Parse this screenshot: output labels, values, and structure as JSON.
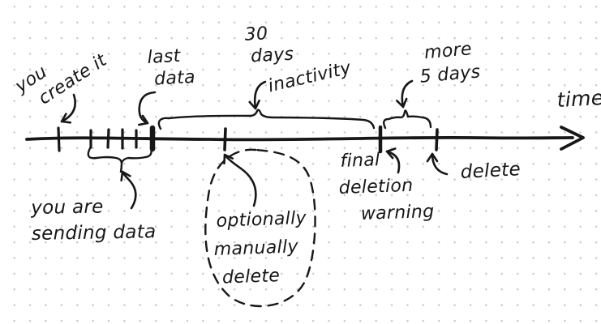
{
  "scene": {
    "kind": "hand-drawn timeline sketch on dotted paper",
    "colors": {
      "ink": "#171717",
      "grid_dot": "#c9cacd",
      "background": "#ffffff"
    }
  },
  "timeline": {
    "axis_label": "time",
    "tick_count": 9,
    "spans": [
      {
        "name": "sending-period",
        "brace": "below axis, under tick cluster"
      },
      {
        "name": "inactivity-period",
        "brace": "above axis, last-data to final-warning"
      },
      {
        "name": "grace-period",
        "brace": "above axis, final-warning to delete"
      }
    ]
  },
  "labels": {
    "create": {
      "lines": [
        "you",
        "create it"
      ]
    },
    "last_data": {
      "lines": [
        "last",
        "data"
      ]
    },
    "inactivity_period": {
      "lines": [
        "30",
        "days"
      ],
      "tail": "inactivity"
    },
    "more_days": {
      "lines": [
        "more",
        "5 days"
      ]
    },
    "sending": {
      "lines": [
        "you are",
        "sending data"
      ]
    },
    "optional_delete": {
      "lines": [
        "optionally",
        "manually",
        "delete"
      ]
    },
    "final_warning": {
      "lines": [
        "final",
        "deletion",
        "warning"
      ]
    },
    "delete_event": "delete"
  }
}
